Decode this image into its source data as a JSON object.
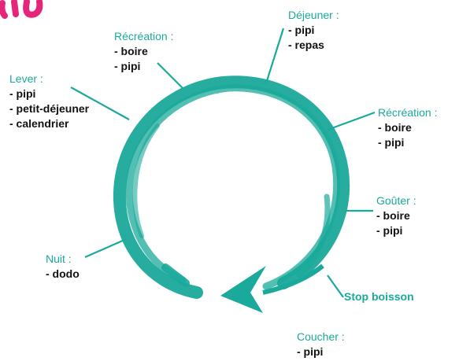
{
  "colors": {
    "accent": "#1aa99a",
    "logo": "#e5257a",
    "text": "#111111"
  },
  "stages": {
    "recreation_morning": {
      "title": "Récréation :",
      "items": [
        "- boire",
        "- pipi"
      ]
    },
    "dejeuner": {
      "title": "Déjeuner :",
      "items": [
        "- pipi",
        "- repas"
      ]
    },
    "lever": {
      "title": "Lever :",
      "items": [
        "- pipi",
        "- petit-déjeuner",
        "- calendrier"
      ]
    },
    "recreation_afternoon": {
      "title": "Récréation :",
      "items": [
        "- boire",
        "- pipi"
      ]
    },
    "gouter": {
      "title": "Goûter :",
      "items": [
        "- boire",
        "- pipi"
      ]
    },
    "nuit": {
      "title": "Nuit :",
      "items": [
        "- dodo"
      ]
    },
    "stop_boisson": {
      "title": "Stop boisson"
    },
    "coucher": {
      "title": "Coucher :",
      "items": [
        "- pipi"
      ]
    }
  }
}
